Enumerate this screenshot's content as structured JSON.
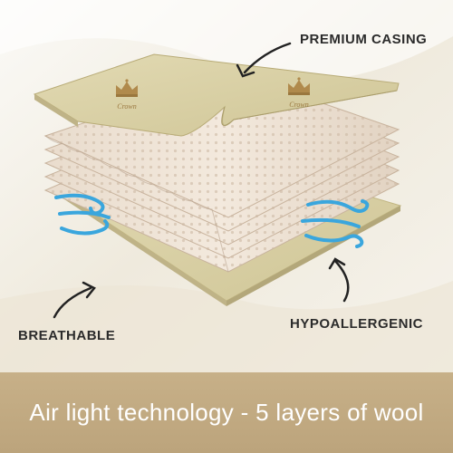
{
  "labels": {
    "premium_casing": "PREMIUM CASING",
    "breathable": "BREATHABLE",
    "hypoallergenic": "HYPOALLERGENIC"
  },
  "brand_mark": "Crown",
  "banner": {
    "text": "Air light technology - 5 layers of wool"
  },
  "colors": {
    "casing": "#d8cfa3",
    "wool_layer": "#ede1d3",
    "airflow": "#3aa6dd",
    "banner": "#c3ac84",
    "crown": "#b08a4c"
  },
  "icons": [
    "crown-icon",
    "arrow-icon",
    "airflow-icon"
  ]
}
